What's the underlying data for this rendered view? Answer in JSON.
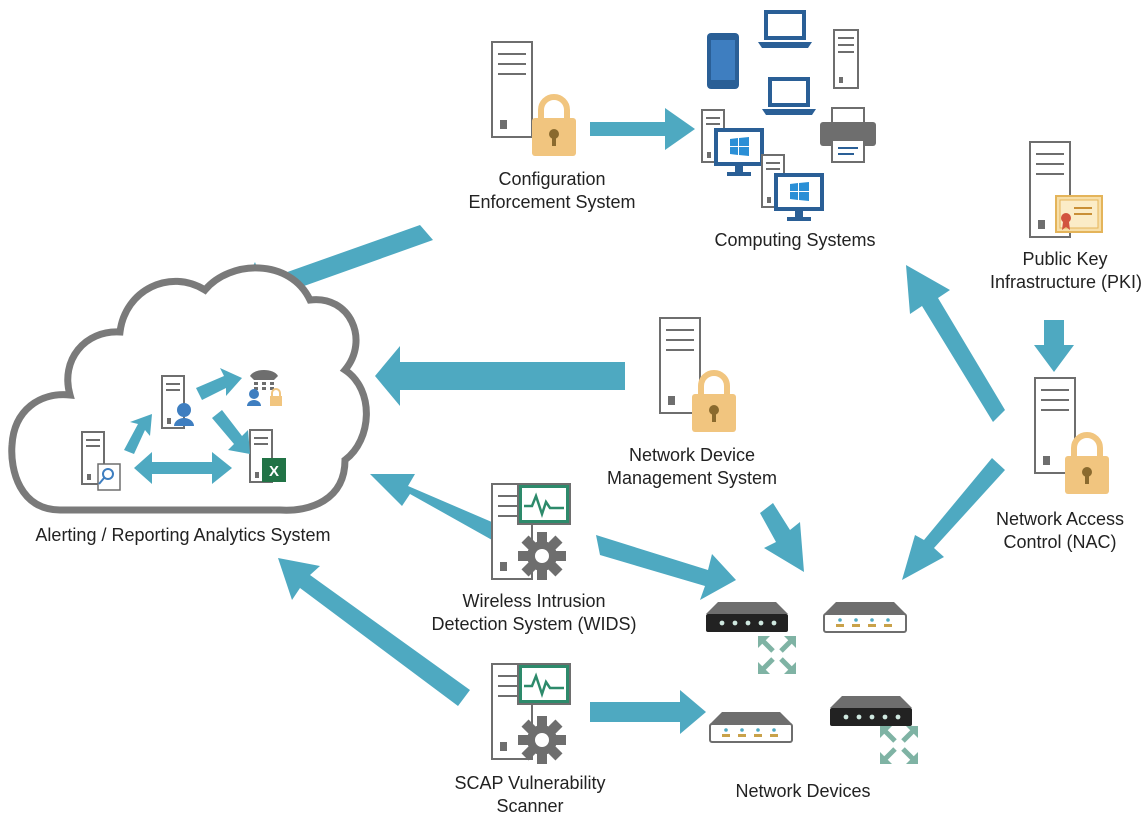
{
  "labels": {
    "config": [
      "Configuration",
      "Enforcement System"
    ],
    "computing": "Computing Systems",
    "pki": [
      "Public Key",
      "Infrastructure (PKI)"
    ],
    "nac": [
      "Network Access",
      "Control (NAC)"
    ],
    "ndm": [
      "Network Device",
      "Management System"
    ],
    "wids": [
      "Wireless Intrusion",
      "Detection System (WIDS)"
    ],
    "scap": [
      "SCAP Vulnerability",
      "Scanner"
    ],
    "netdev": "Network Devices",
    "alert": "Alerting / Reporting  Analytics System"
  },
  "colors": {
    "arrow": "#4ea9c1",
    "lock": "#f1c57f",
    "server": "#6e6e6e",
    "screen_blue": "#3a6ea5",
    "monitor_green": "#2d8a6b",
    "gear": "#6e6e6e",
    "cloud": "#7a7a7a"
  }
}
